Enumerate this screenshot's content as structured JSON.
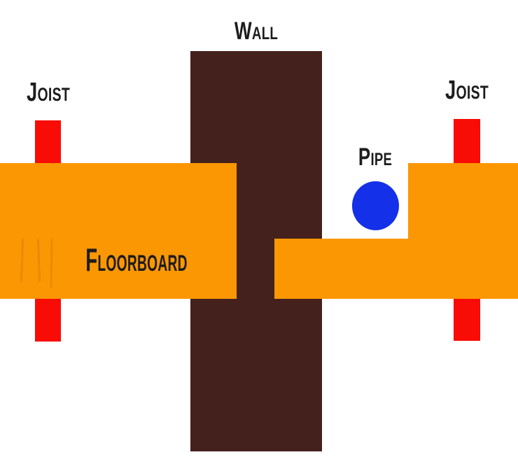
{
  "labels": {
    "wall": "Wall",
    "joist_left": "Joist",
    "joist_right": "Joist",
    "pipe": "Pipe",
    "floorboard": "Floorboard"
  },
  "colors": {
    "background": "#ffffff",
    "wall": "#45211d",
    "floorboard": "#fb9703",
    "joist": "#f90c06",
    "pipe": "#1430e8",
    "label_text": "#1e1c1c"
  }
}
